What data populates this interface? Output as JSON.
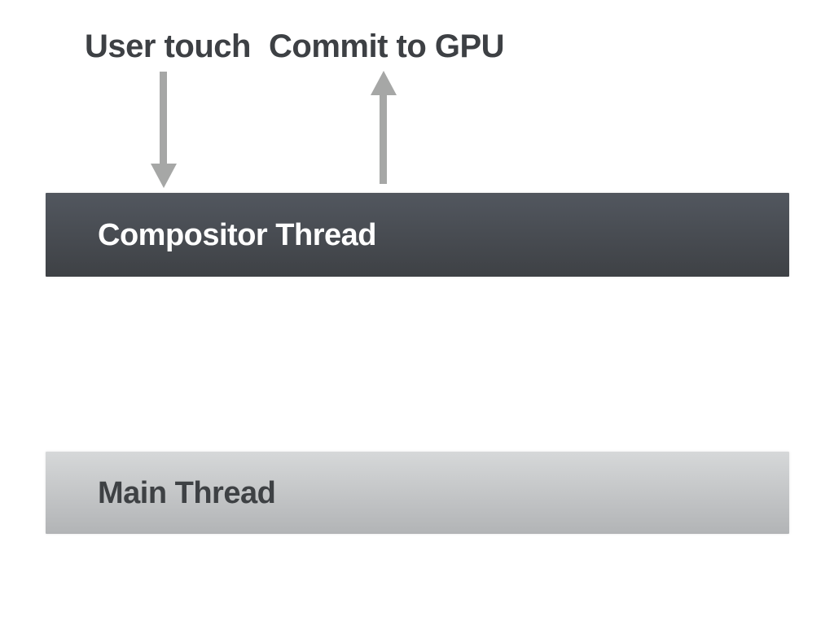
{
  "labels": {
    "user_touch": "User touch",
    "commit_to_gpu": "Commit to GPU"
  },
  "bars": {
    "compositor": {
      "label": "Compositor Thread"
    },
    "main": {
      "label": "Main Thread"
    }
  },
  "arrows": [
    {
      "name": "user-touch-arrow",
      "direction": "down",
      "from": "User touch",
      "to": "Compositor Thread"
    },
    {
      "name": "commit-to-gpu-arrow",
      "direction": "up",
      "from": "Compositor Thread",
      "to": "Commit to GPU"
    }
  ],
  "colors": {
    "background": "#ffffff",
    "heading_text": "#3d4044",
    "arrow": "#a6a7a6",
    "compositor_bar_top": "#52575f",
    "compositor_bar_bottom": "#3e4145",
    "compositor_text": "#fefefe",
    "main_bar_top": "#d6d8d9",
    "main_bar_bottom": "#b2b4b6",
    "main_text": "#3e4144"
  }
}
